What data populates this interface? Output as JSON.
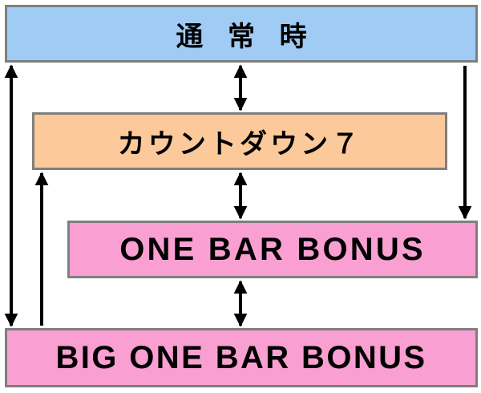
{
  "diagram": {
    "nodes": {
      "normal": {
        "label": "通常時",
        "color": "#9fcbf5"
      },
      "countdown": {
        "label": "カウントダウン７",
        "color": "#fcc99b"
      },
      "one_bar_bonus": {
        "label": "ONE BAR BONUS",
        "color": "#f99fd2"
      },
      "big_one_bar_bonus": {
        "label": "BIG ONE BAR BONUS",
        "color": "#f99fd2"
      }
    },
    "edges": [
      {
        "from": "normal",
        "to": "countdown",
        "direction": "both"
      },
      {
        "from": "countdown",
        "to": "one_bar_bonus",
        "direction": "both"
      },
      {
        "from": "one_bar_bonus",
        "to": "big_one_bar_bonus",
        "direction": "both"
      },
      {
        "from": "normal",
        "to": "big_one_bar_bonus",
        "direction": "both"
      },
      {
        "from": "countdown",
        "to": "big_one_bar_bonus",
        "direction": "up"
      },
      {
        "from": "normal",
        "to": "one_bar_bonus",
        "direction": "down"
      }
    ],
    "border_color": "#7f7f7f",
    "arrow_color": "#000000"
  }
}
